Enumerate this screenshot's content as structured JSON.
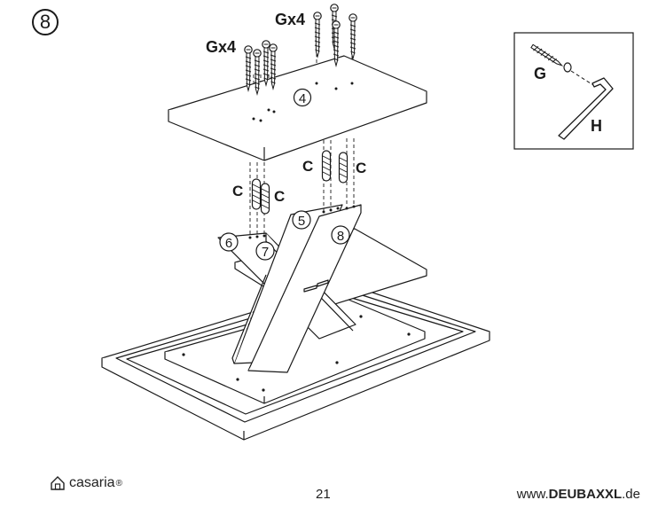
{
  "step": {
    "number": "8"
  },
  "labels": {
    "gx4_left": "Gx4",
    "gx4_right": "Gx4",
    "part_board_top": "4",
    "c1": "C",
    "c2": "C",
    "c3": "C",
    "c4": "C",
    "part_5": "5",
    "part_6": "6",
    "part_7": "7",
    "part_8": "8"
  },
  "inset": {
    "label_g": "G",
    "label_h": "H"
  },
  "footer": {
    "brand": "casaria",
    "brand_mark": "®",
    "page_number": "21",
    "url_prefix": "www.",
    "url_bold": "DEUBAXXL",
    "url_suffix": ".de"
  },
  "icons": [
    "house-logo-icon",
    "screw-icon",
    "allen-key-icon",
    "dowel-icon"
  ]
}
